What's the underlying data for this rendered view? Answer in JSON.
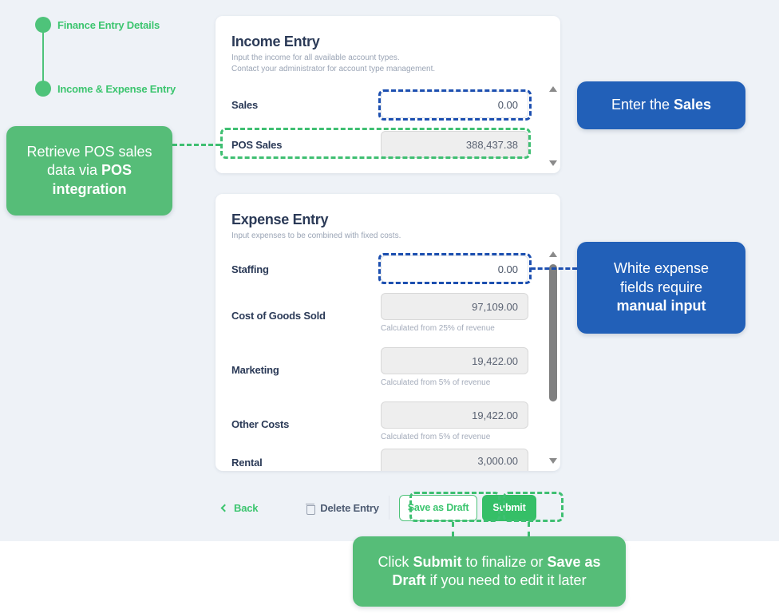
{
  "theme": {
    "page_background": "#eef2f7",
    "accent_green": "#3cc56f",
    "callout_green": "#56bd78",
    "callout_blue": "#2260b8",
    "highlight_blue": "#1c4fb0",
    "highlight_green": "#3fbf72",
    "text_dark": "#2b3a57",
    "text_muted": "#9aa4b5"
  },
  "stepper": {
    "steps": [
      {
        "label": "Finance Entry Details",
        "state": "complete"
      },
      {
        "label": "Income & Expense Entry",
        "state": "active"
      }
    ]
  },
  "income_card": {
    "title": "Income Entry",
    "subtitle_line1": "Input the income for all available account types.",
    "subtitle_line2": "Contact your administrator for account type management.",
    "rows": [
      {
        "label": "Sales",
        "value": "0.00",
        "readonly": false,
        "hint": ""
      },
      {
        "label": "POS Sales",
        "value": "388,437.38",
        "readonly": true,
        "hint": ""
      }
    ],
    "scrollbar": {
      "up_icon": "triangle-up-icon",
      "down_icon": "triangle-down-icon"
    }
  },
  "expense_card": {
    "title": "Expense Entry",
    "subtitle_line1": "Input expenses to be combined with fixed costs.",
    "rows": [
      {
        "label": "Staffing",
        "value": "0.00",
        "readonly": false,
        "hint": ""
      },
      {
        "label": "Cost of Goods Sold",
        "value": "97,109.00",
        "readonly": true,
        "hint": "Calculated from 25% of revenue"
      },
      {
        "label": "Marketing",
        "value": "19,422.00",
        "readonly": true,
        "hint": "Calculated from 5% of revenue"
      },
      {
        "label": "Other Costs",
        "value": "19,422.00",
        "readonly": true,
        "hint": "Calculated from 5% of revenue"
      },
      {
        "label": "Rental",
        "value": "3,000.00",
        "readonly": true,
        "hint": ""
      }
    ],
    "scrollbar": {
      "up_icon": "triangle-up-icon",
      "down_icon": "triangle-down-icon"
    }
  },
  "actions": {
    "back_label": "Back",
    "back_icon": "chevron-left-icon",
    "delete_label": "Delete Entry",
    "delete_icon": "trash-icon",
    "draft_label": "Save as Draft",
    "submit_label": "Submit"
  },
  "callouts": {
    "pos": {
      "text_prefix": "Retrieve POS sales data via ",
      "text_bold": "POS integration",
      "color": "green"
    },
    "sales": {
      "text_prefix": "Enter the ",
      "text_bold": "Sales",
      "color": "blue"
    },
    "manual": {
      "text_prefix": "White expense fields require ",
      "text_bold": "manual input",
      "color": "blue"
    },
    "submit": {
      "segment1": "Click ",
      "bold1": "Submit",
      "segment2": " to finalize or ",
      "bold2": "Save as Draft",
      "segment3": " if you need to edit it later",
      "color": "green"
    }
  }
}
